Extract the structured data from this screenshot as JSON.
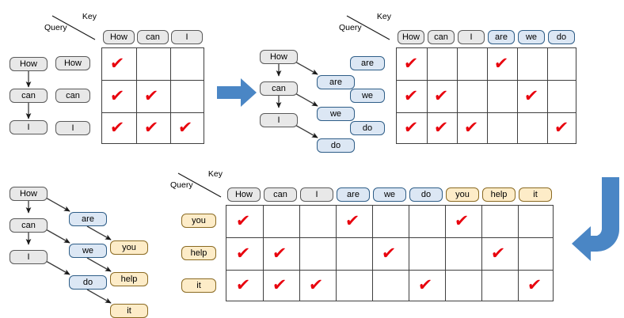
{
  "meta": {
    "title": "Incremental attention mask expansion for parallel token generation",
    "accent_blue": "#4a86c5",
    "check_color": "#e8000d",
    "gray_token_fill": "#e8e8e8",
    "blue_token_fill": "#dce7f4",
    "yellow_token_fill": "#fdecc8"
  },
  "labels": {
    "key": "Key",
    "query": "Query",
    "check_glyph": "✔"
  },
  "panel_a": {
    "name": "step-1-left",
    "chain": [
      {
        "text": "How",
        "color": "gray"
      },
      {
        "text": "can",
        "color": "gray"
      },
      {
        "text": "I",
        "color": "gray"
      }
    ],
    "matrix": {
      "columns": [
        {
          "text": "How",
          "color": "gray"
        },
        {
          "text": "can",
          "color": "gray"
        },
        {
          "text": "I",
          "color": "gray"
        }
      ],
      "rows": [
        {
          "label": "How",
          "color": "gray",
          "checks": [
            1,
            0,
            0
          ]
        },
        {
          "label": "can",
          "color": "gray",
          "checks": [
            1,
            1,
            0
          ]
        },
        {
          "label": "I",
          "color": "gray",
          "checks": [
            1,
            1,
            1
          ]
        }
      ]
    }
  },
  "panel_b": {
    "name": "step-2-right",
    "tree": {
      "trunk": [
        {
          "text": "How",
          "color": "gray"
        },
        {
          "text": "can",
          "color": "gray"
        },
        {
          "text": "I",
          "color": "gray"
        }
      ],
      "branch": [
        {
          "text": "are",
          "color": "blue"
        },
        {
          "text": "we",
          "color": "blue"
        },
        {
          "text": "do",
          "color": "blue"
        }
      ]
    },
    "matrix": {
      "columns": [
        {
          "text": "How",
          "color": "gray"
        },
        {
          "text": "can",
          "color": "gray"
        },
        {
          "text": "I",
          "color": "gray"
        },
        {
          "text": "are",
          "color": "blue"
        },
        {
          "text": "we",
          "color": "blue"
        },
        {
          "text": "do",
          "color": "blue"
        }
      ],
      "rows": [
        {
          "label": "are",
          "color": "blue",
          "checks": [
            1,
            0,
            0,
            1,
            0,
            0
          ]
        },
        {
          "label": "we",
          "color": "blue",
          "checks": [
            1,
            1,
            0,
            0,
            1,
            0
          ]
        },
        {
          "label": "do",
          "color": "blue",
          "checks": [
            1,
            1,
            1,
            0,
            0,
            1
          ]
        }
      ]
    }
  },
  "panel_c": {
    "name": "step-3-bottom",
    "tree": {
      "trunk": [
        {
          "text": "How",
          "color": "gray"
        },
        {
          "text": "can",
          "color": "gray"
        },
        {
          "text": "I",
          "color": "gray"
        }
      ],
      "branch": [
        {
          "text": "are",
          "color": "blue"
        },
        {
          "text": "we",
          "color": "blue"
        },
        {
          "text": "do",
          "color": "blue"
        }
      ],
      "leaves": [
        {
          "text": "you",
          "color": "yellow"
        },
        {
          "text": "help",
          "color": "yellow"
        },
        {
          "text": "it",
          "color": "yellow"
        }
      ]
    },
    "matrix": {
      "columns": [
        {
          "text": "How",
          "color": "gray"
        },
        {
          "text": "can",
          "color": "gray"
        },
        {
          "text": "I",
          "color": "gray"
        },
        {
          "text": "are",
          "color": "blue"
        },
        {
          "text": "we",
          "color": "blue"
        },
        {
          "text": "do",
          "color": "blue"
        },
        {
          "text": "you",
          "color": "yellow"
        },
        {
          "text": "help",
          "color": "yellow"
        },
        {
          "text": "it",
          "color": "yellow"
        }
      ],
      "rows": [
        {
          "label": "you",
          "color": "yellow",
          "checks": [
            1,
            0,
            0,
            1,
            0,
            0,
            1,
            0,
            0
          ]
        },
        {
          "label": "help",
          "color": "yellow",
          "checks": [
            1,
            1,
            0,
            0,
            1,
            0,
            0,
            1,
            0
          ]
        },
        {
          "label": "it",
          "color": "yellow",
          "checks": [
            1,
            1,
            1,
            0,
            0,
            1,
            0,
            0,
            1
          ]
        }
      ]
    }
  },
  "arrows": {
    "right_arrow": "arrow-right",
    "wrap_arrow": "arrow-wrap-down-left"
  }
}
